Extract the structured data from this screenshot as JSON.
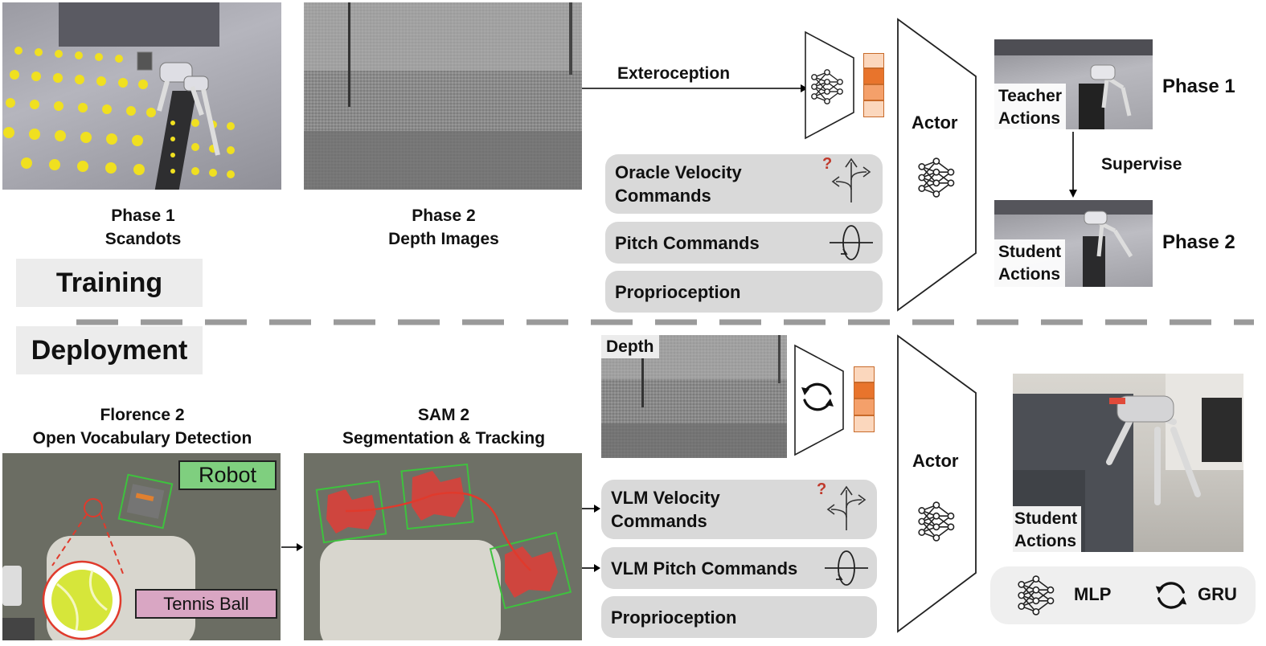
{
  "training": {
    "section_label": "Training",
    "phase1_caption": [
      "Phase 1",
      "Scandots"
    ],
    "phase2_caption": [
      "Phase 2",
      "Depth Images"
    ],
    "exteroception_label": "Exteroception",
    "inputs": [
      "Oracle Velocity Commands",
      "Pitch Commands",
      "Proprioception"
    ],
    "oracle_lines": [
      "Oracle Velocity",
      "Commands"
    ],
    "actor_label": "Actor",
    "teacher_label": [
      "Teacher",
      "Actions"
    ],
    "student_label": [
      "Student",
      "Actions"
    ],
    "phase1_label": "Phase 1",
    "phase2_label": "Phase 2",
    "supervise_label": "Supervise",
    "question_mark": "?"
  },
  "deployment": {
    "section_label": "Deployment",
    "florence_caption": [
      "Florence 2",
      "Open Vocabulary Detection"
    ],
    "sam_caption": [
      "SAM 2",
      "Segmentation & Tracking"
    ],
    "robot_tag": "Robot",
    "ball_tag": "Tennis Ball",
    "depth_label": "Depth",
    "vlm_velocity_lines": [
      "VLM Velocity",
      "Commands"
    ],
    "vlm_pitch": "VLM Pitch Commands",
    "proprioception": "Proprioception",
    "actor_label": "Actor",
    "student_label": [
      "Student",
      "Actions"
    ],
    "question_mark": "?"
  },
  "legend": {
    "mlp_label": "MLP",
    "gru_label": "GRU"
  },
  "colors": {
    "pill_bg": "#d9d9d9",
    "feature_orange": "#f4a06a",
    "feature_orange_dark": "#e8742c",
    "robot_tag_bg": "#7fcf7f",
    "ball_tag_bg": "#d9a6c3",
    "track_red": "#e03a2c",
    "bbox_green": "#3ec23e",
    "question_red": "#c0392b"
  },
  "icons": [
    "neural-network-icon",
    "direction-arrows-icon",
    "pitch-rotation-icon",
    "refresh-cycle-icon",
    "down-arrow-icon"
  ]
}
